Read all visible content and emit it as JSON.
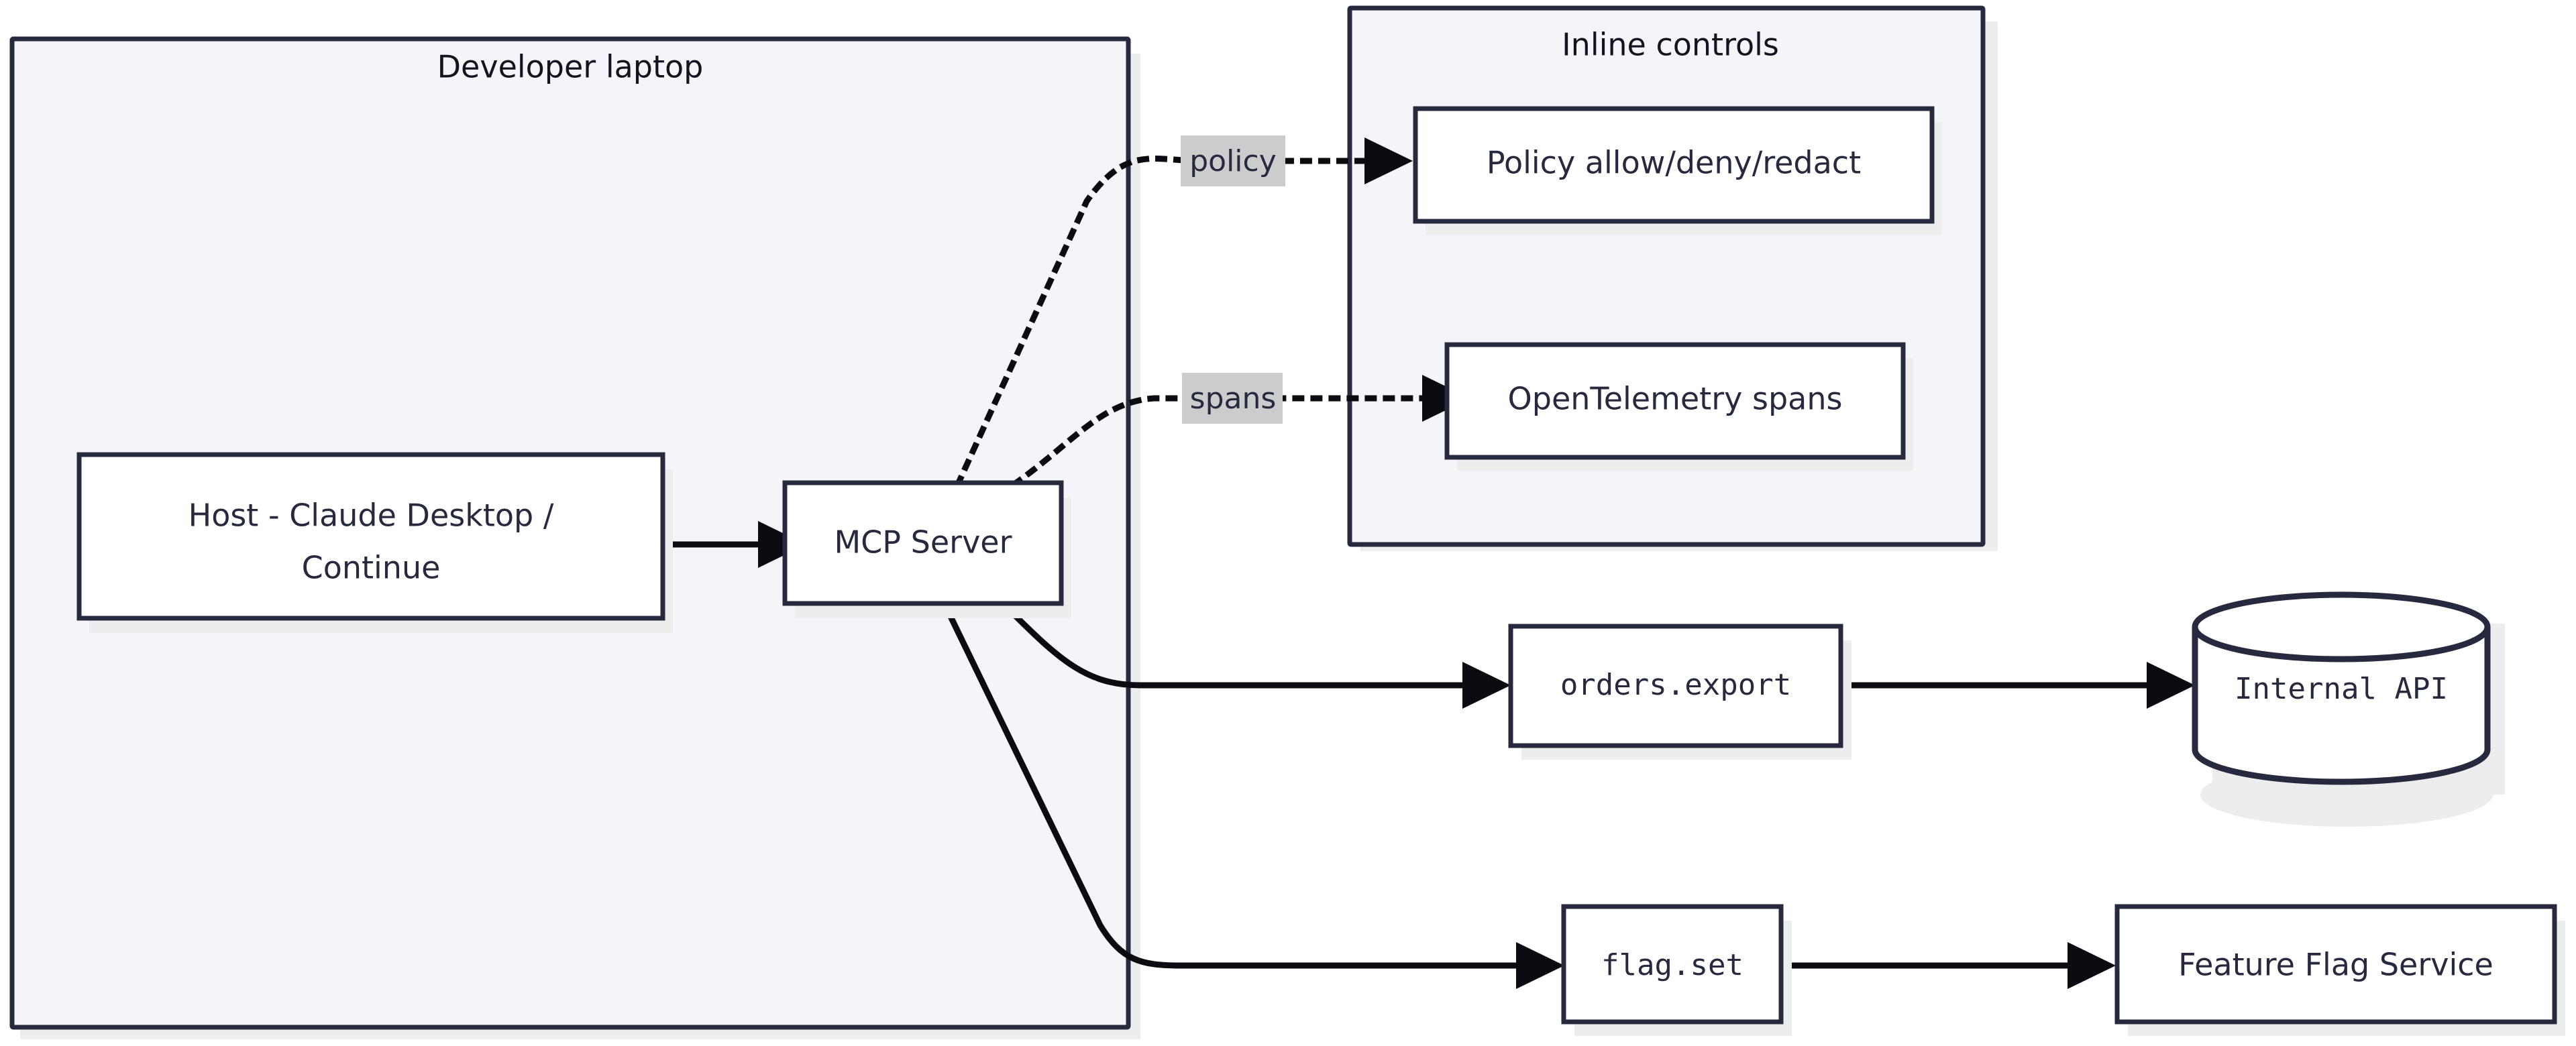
{
  "diagram": {
    "type": "flowchart",
    "direction": "left-to-right",
    "background": "#ffffff",
    "stroke_color": "#272a3f",
    "cluster_fill": "#f4f5f9",
    "node_fill": "#ffffff",
    "edge_label_fill": "#cccccc"
  },
  "clusters": [
    {
      "id": "dev-laptop",
      "title": "Developer laptop"
    },
    {
      "id": "inline-controls",
      "title": "Inline controls"
    }
  ],
  "nodes": [
    {
      "id": "host",
      "label": "Host - Claude Desktop /",
      "label2": "Continue",
      "shape": "rect"
    },
    {
      "id": "mcp-server",
      "label": "MCP Server",
      "shape": "rect"
    },
    {
      "id": "policy",
      "label": "Policy allow/deny/redact",
      "shape": "rect"
    },
    {
      "id": "otel",
      "label": "OpenTelemetry spans",
      "shape": "rect"
    },
    {
      "id": "orders-export",
      "label": "orders.export",
      "shape": "rect"
    },
    {
      "id": "internal-api",
      "label": "Internal API",
      "shape": "cylinder"
    },
    {
      "id": "flag-set",
      "label": "flag.set",
      "shape": "rect"
    },
    {
      "id": "feature-flag-service",
      "label": "Feature Flag Service",
      "shape": "rect"
    }
  ],
  "edges": [
    {
      "id": "host-to-mcp",
      "from": "host",
      "to": "mcp-server",
      "style": "solid",
      "label": ""
    },
    {
      "id": "mcp-to-policy",
      "from": "mcp-server",
      "to": "policy",
      "style": "dotted",
      "label": "policy"
    },
    {
      "id": "mcp-to-otel",
      "from": "mcp-server",
      "to": "otel",
      "style": "dotted",
      "label": "spans"
    },
    {
      "id": "mcp-to-orders",
      "from": "mcp-server",
      "to": "orders-export",
      "style": "solid",
      "label": ""
    },
    {
      "id": "orders-to-api",
      "from": "orders-export",
      "to": "internal-api",
      "style": "solid",
      "label": ""
    },
    {
      "id": "mcp-to-flag",
      "from": "mcp-server",
      "to": "flag-set",
      "style": "solid",
      "label": ""
    },
    {
      "id": "flag-to-service",
      "from": "flag-set",
      "to": "feature-flag-service",
      "style": "solid",
      "label": ""
    }
  ]
}
